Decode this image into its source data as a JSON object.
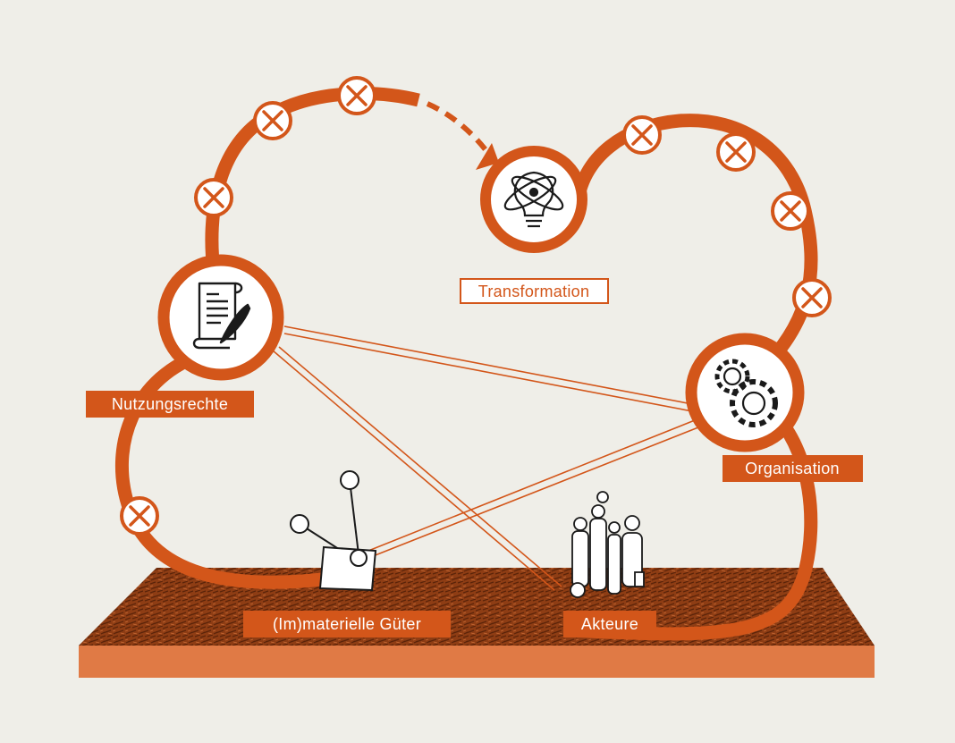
{
  "labels": {
    "nutzungsrechte": "Nutzungsrechte",
    "transformation": "Transformation",
    "organisation": "Organisation",
    "gueter": "(Im)materielle Güter",
    "akteure": "Akteure"
  },
  "colors": {
    "accent": "#d3561a",
    "background": "#efeee8",
    "ground_top": "#8a3a12",
    "ground_front": "#e07a45",
    "icon_ink": "#1a1a1a",
    "white": "#ffffff"
  },
  "icons": {
    "nutzungsrechte": "scroll-quill-icon",
    "transformation": "lightbulb-atom-icon",
    "organisation": "gears-icon",
    "blocked": "x-circle-icon",
    "gueter": "network-box-icon",
    "akteure": "people-group-icon"
  }
}
